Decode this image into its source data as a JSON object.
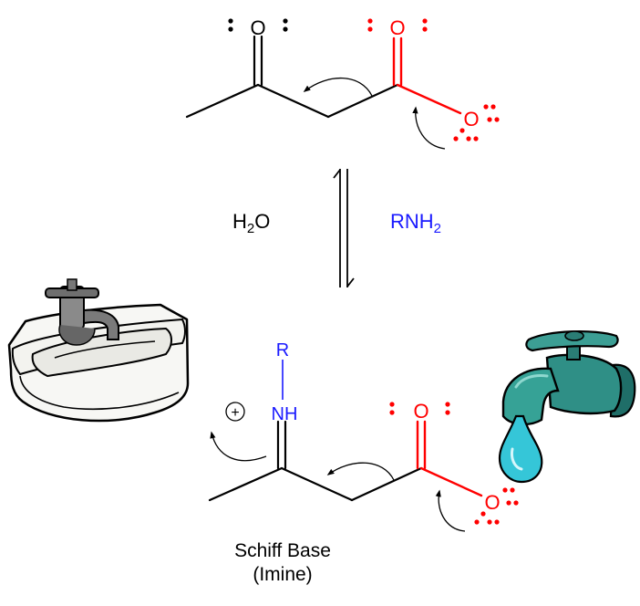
{
  "top_molecule": {
    "ketone_oxygen": "O",
    "carboxylate_carbonyl_oxygen": "O",
    "carboxylate_anion_oxygen": "O"
  },
  "reagents": {
    "left": {
      "base": "H",
      "sub": "2",
      "tail": "O"
    },
    "right": {
      "base": "RNH",
      "sub": "2"
    }
  },
  "bottom_molecule": {
    "r_group": "R",
    "imine_nh": "NH",
    "positive_charge": "+",
    "carboxylate_carbonyl_oxygen": "O",
    "carboxylate_anion_oxygen": "O"
  },
  "caption": {
    "line1": "Schiff Base",
    "line2": "(Imine)"
  },
  "colors": {
    "bond": "#000000",
    "carboxylate": "#ff0000",
    "nitrogen": "#1a1aff",
    "sink_porcelain": "#f7f7f4",
    "sink_faucet": "#777777",
    "tap_teal": "#2f8f86",
    "water_drop": "#35c6d8"
  },
  "icons": {
    "left": "sink-icon",
    "right": "dripping-faucet-icon"
  }
}
